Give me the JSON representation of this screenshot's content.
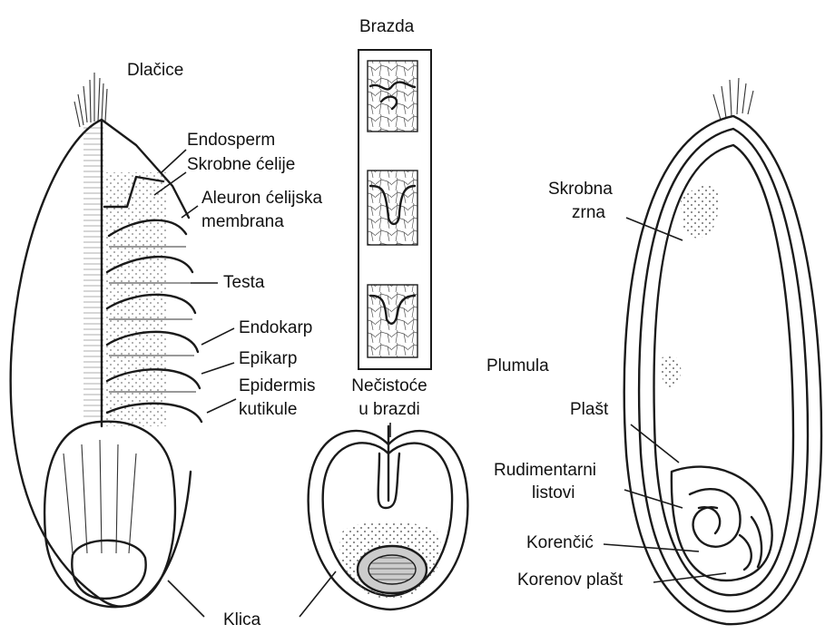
{
  "labels": {
    "brazda": "Brazda",
    "dlacice": "Dlačice",
    "endosperm": "Endosperm",
    "skrobne_celije": "Skrobne ćelije",
    "aleuron_1": "Aleuron ćelijska",
    "aleuron_2": "membrana",
    "testa": "Testa",
    "endokarp": "Endokarp",
    "epikarp": "Epikarp",
    "epidermis_1": "Epidermis",
    "epidermis_2": "kutikule",
    "necistoce_1": "Nečistoće",
    "necistoce_2": "u brazdi",
    "klica": "Klica",
    "skrobna_1": "Skrobna",
    "skrobna_2": "zrna",
    "plumula": "Plumula",
    "plast": "Plašt",
    "rudimentarni_1": "Rudimentarni",
    "rudimentarni_2": "listovi",
    "korencic": "Korenčić",
    "korenov_plast": "Korenov plašt"
  }
}
